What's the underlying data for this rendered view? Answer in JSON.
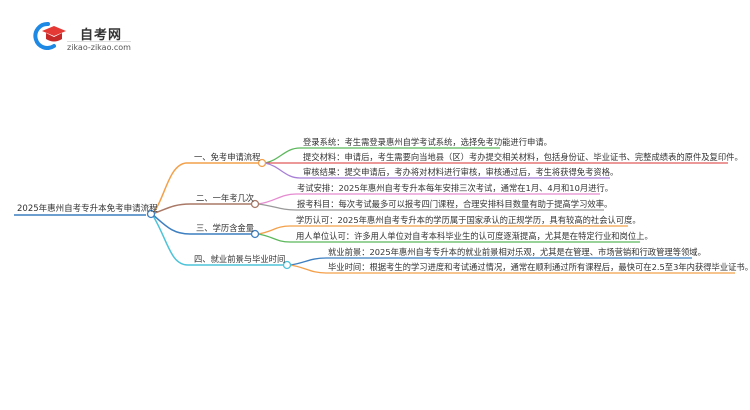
{
  "logo": {
    "title": "自考网",
    "subtitle": "zikao-zikao.com",
    "icon": "graduation-cap-icon",
    "colors": {
      "ring": "#1e88e5",
      "cap": "#e53935"
    }
  },
  "mindmap": {
    "root": {
      "label": "2025年惠州自考专升本免考申请流程",
      "color": "#3d7fc1"
    },
    "branches": [
      {
        "label": "一、免考申请流程",
        "color": "#f4a04a",
        "children": [
          {
            "label": "登录系统：考生需登录惠州自学考试系统，选择免考功能进行申请。",
            "color": "#5cb85c"
          },
          {
            "label": "提交材料：申请后，考生需要向当地县（区）考办提交相关材料，包括身份证、毕业证书、完整成绩表的原件及复印件。",
            "color": "#e05b5b"
          },
          {
            "label": "审核结果：提交申请后，考办将对材料进行审核，审核通过后，考生将获得免考资格。",
            "color": "#a77fd6"
          }
        ]
      },
      {
        "label": "二、一年考几次",
        "color": "#a97866",
        "children": [
          {
            "label": "考试安排：2025年惠州自考专升本每年安排三次考试，通常在1月、4月和10月进行。",
            "color": "#e58bd0"
          },
          {
            "label": "报考科目：每次考试最多可以报考四门课程，合理安排科目数量有助于提高学习效率。",
            "color": "#999999"
          }
        ]
      },
      {
        "label": "三、学历含金量",
        "color": "#3d7fc1",
        "children": [
          {
            "label": "学历认可：2025年惠州自考专升本的学历属于国家承认的正规学历，具有较高的社会认可度。",
            "color": "#f4a04a"
          },
          {
            "label": "用人单位认可：许多用人单位对自考本科毕业生的认可度逐渐提高，尤其是在特定行业和岗位上。",
            "color": "#5cb85c"
          }
        ]
      },
      {
        "label": "四、就业前景与毕业时间",
        "color": "#4cc3d9",
        "children": [
          {
            "label": "就业前景：2025年惠州自考专升本的就业前景相对乐观，尤其是在管理、市场营销和行政管理等领域。",
            "color": "#3d7fc1"
          },
          {
            "label": "毕业时间：根据考生的学习进度和考试通过情况，通常在顺利通过所有课程后，最快可在2.5至3年内获得毕业证书。",
            "color": "#f4a04a"
          }
        ]
      }
    ]
  }
}
